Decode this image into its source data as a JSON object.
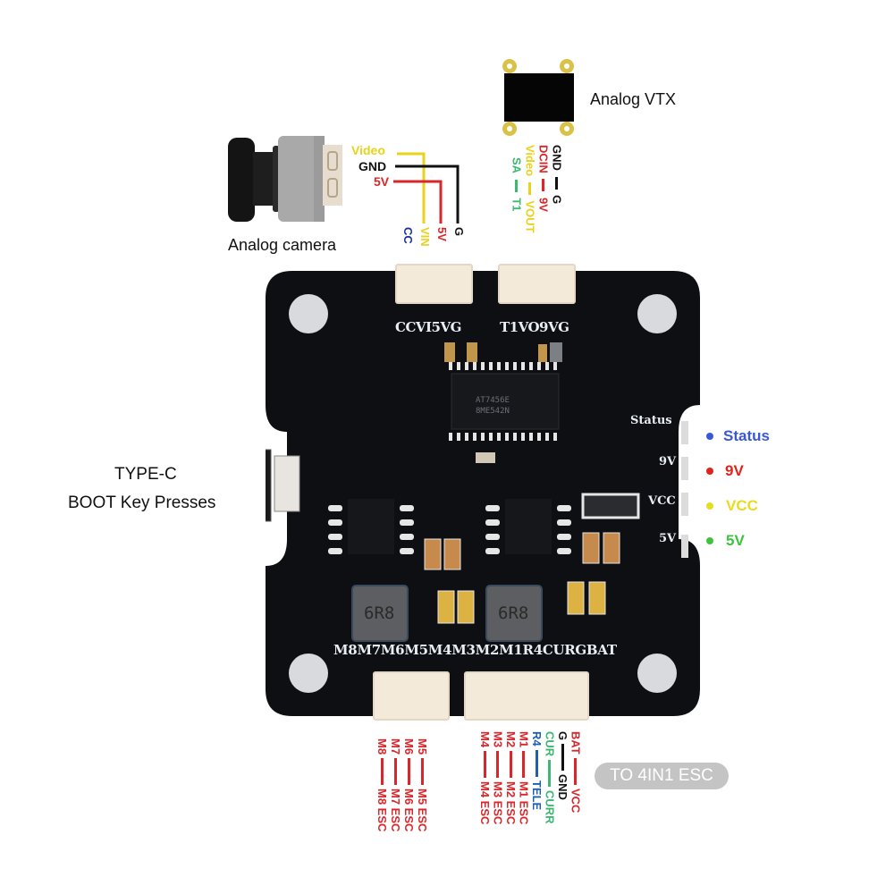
{
  "camera": {
    "title": "Analog camera",
    "wires": [
      {
        "source": "Video",
        "target": "VIN",
        "color": "#e8d21a"
      },
      {
        "source": "GND",
        "target": "G",
        "color": "#111111"
      },
      {
        "source": "5V",
        "target": "5V",
        "color": "#d9262b"
      }
    ],
    "extra_pin": {
      "label": "CC",
      "color": "#1a2fa8"
    }
  },
  "vtx": {
    "title": "Analog VTX",
    "pins": [
      {
        "source": "GND",
        "target": "G",
        "color": "#111111"
      },
      {
        "source": "DCIN",
        "target": "9V",
        "color": "#d9262b"
      },
      {
        "source": "Video",
        "target": "VOUT",
        "color": "#e8d21a"
      },
      {
        "source": "SA",
        "target": "T1",
        "color": "#3cb870"
      }
    ]
  },
  "board": {
    "top_left_connector_label": "CCVI5VG",
    "top_right_connector_label": "T1VO9VG",
    "bottom_connector_label": "M8M7M6M5M4M3M2M1R4CURGBAT",
    "chip_text": [
      "AT7456E",
      "8ME542N"
    ],
    "inductor_text": "6R8",
    "led_labels": [
      "Status",
      "9V",
      "VCC",
      "5V"
    ]
  },
  "side_label": {
    "line1": "TYPE-C",
    "line2": "BOOT Key Presses"
  },
  "led_legend": [
    {
      "label": "Status",
      "color": "#3a57d6"
    },
    {
      "label": "9V",
      "color": "#e2231a"
    },
    {
      "label": "VCC",
      "color": "#e8dc1e"
    },
    {
      "label": "5V",
      "color": "#3cc43c"
    }
  ],
  "motor_esc_left": [
    {
      "source": "M5",
      "target": "M5 ESC",
      "color": "#d9262b"
    },
    {
      "source": "M6",
      "target": "M6 ESC",
      "color": "#d9262b"
    },
    {
      "source": "M7",
      "target": "M7 ESC",
      "color": "#d9262b"
    },
    {
      "source": "M8",
      "target": "M8 ESC",
      "color": "#d9262b"
    }
  ],
  "motor_esc_right": [
    {
      "source": "BAT",
      "target": "VCC",
      "color": "#d9262b",
      "bar": "#d9262b"
    },
    {
      "source": "G",
      "target": "GND",
      "color": "#111111",
      "bar": "#111111"
    },
    {
      "source": "CUR",
      "target": "CURR",
      "color": "#3cb870",
      "bar": "#3cb870"
    },
    {
      "source": "R4",
      "target": "TELE",
      "color": "#1f5fb0",
      "bar": "#1f5fb0"
    },
    {
      "source": "M1",
      "target": "M1 ESC",
      "color": "#d9262b",
      "bar": "#d9262b"
    },
    {
      "source": "M2",
      "target": "M2 ESC",
      "color": "#d9262b",
      "bar": "#d9262b"
    },
    {
      "source": "M3",
      "target": "M3 ESC",
      "color": "#d9262b",
      "bar": "#d9262b"
    },
    {
      "source": "M4",
      "target": "M4 ESC",
      "color": "#d9262b",
      "bar": "#d9262b"
    }
  ],
  "esc_badge": "TO 4IN1 ESC"
}
